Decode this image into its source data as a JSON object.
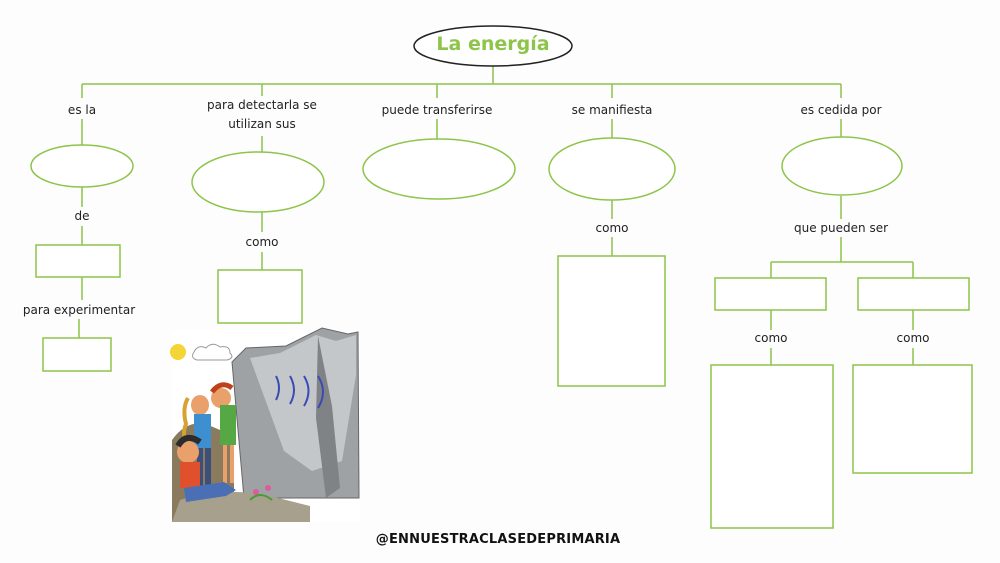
{
  "colors": {
    "line": "#8dc44a",
    "title": "#8dc44a",
    "box_fill": "#ffffff",
    "root_border": "#222222"
  },
  "title": "La energía",
  "branches": [
    {
      "id": "b1",
      "label": "es la",
      "connector_1": "de",
      "connector_2": "para experimentar"
    },
    {
      "id": "b2",
      "label": "para detectarla se utilizan sus",
      "connector_1": "como"
    },
    {
      "id": "b3",
      "label": "puede transferirse"
    },
    {
      "id": "b4",
      "label": "se manifiesta",
      "connector_1": "como"
    },
    {
      "id": "b5",
      "label": "es cedida por",
      "connector_1": "que pueden ser",
      "connector_left": "como",
      "connector_right": "como"
    }
  ],
  "illustration": {
    "description_icon": "children-listening-echo-cliff-icon"
  },
  "credit": "@ENNUESTRACLASEDEPRIMARIA"
}
